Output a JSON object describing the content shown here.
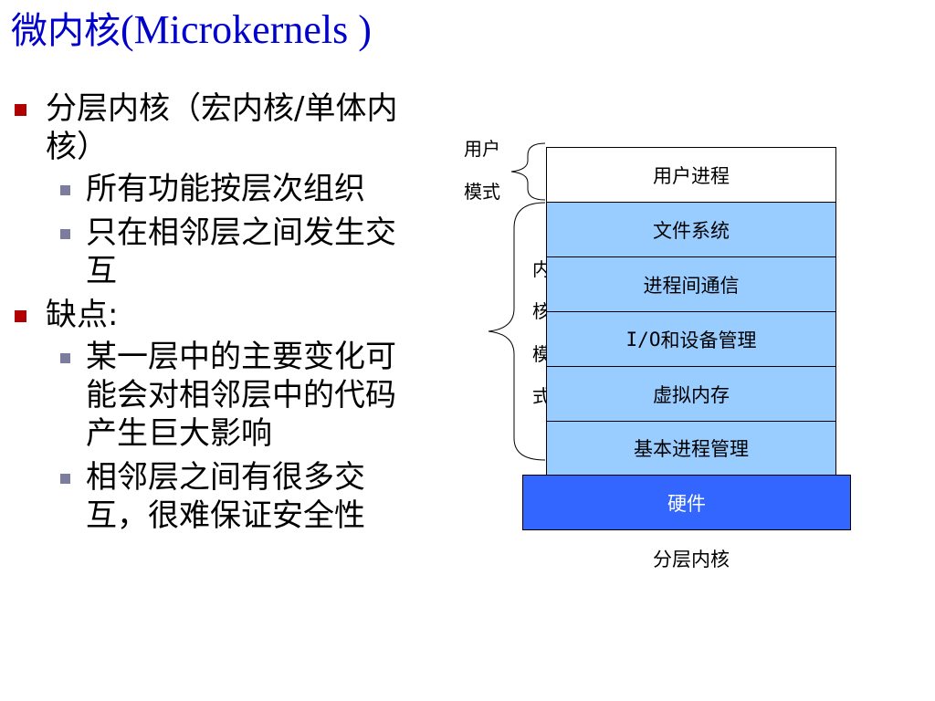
{
  "slide": {
    "title_cn": "微内核",
    "title_en": "(Microkernels )"
  },
  "bullets": [
    {
      "level": 1,
      "text": "分层内核（宏内核/单体内核）"
    },
    {
      "level": 2,
      "text": "所有功能按层次组织"
    },
    {
      "level": 2,
      "text": "只在相邻层之间发生交互"
    },
    {
      "level": 1,
      "text": "缺点:"
    },
    {
      "level": 2,
      "text": "某一层中的主要变化可能会对相邻层中的代码产生巨大影响"
    },
    {
      "level": 2,
      "text": "相邻层之间有很多交互，很难保证安全性"
    }
  ],
  "diagram": {
    "user_mode_label_1": "用户",
    "user_mode_label_2": "模式",
    "kernel_mode_chars": [
      "内",
      "核",
      "模",
      "式"
    ],
    "layers": {
      "user_process": "用户进程",
      "file_system": "文件系统",
      "ipc": "进程间通信",
      "io_prefix": "I/O",
      "io_suffix": "和设备管理",
      "virtual_memory": "虚拟内存",
      "basic_process": "基本进程管理",
      "hardware": "硬件"
    },
    "caption": "分层内核",
    "colors": {
      "user_layer": "#ffffff",
      "kernel_layer": "#99ccff",
      "hardware_layer": "#3366ff",
      "hardware_text": "#ffffff"
    }
  }
}
